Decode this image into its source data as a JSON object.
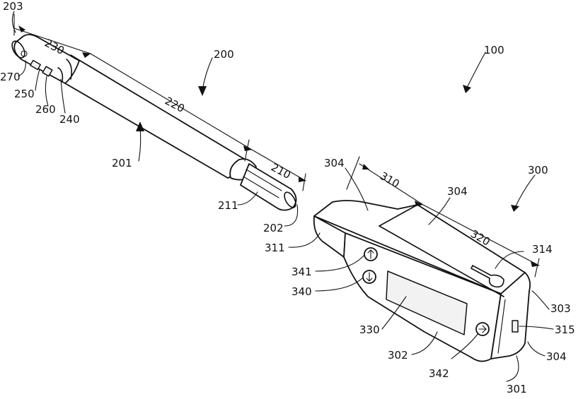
{
  "figure": {
    "labels": [
      {
        "key": "203",
        "text": "203"
      },
      {
        "key": "230",
        "text": "230"
      },
      {
        "key": "270",
        "text": "270"
      },
      {
        "key": "250",
        "text": "250"
      },
      {
        "key": "260",
        "text": "260"
      },
      {
        "key": "240",
        "text": "240"
      },
      {
        "key": "200",
        "text": "200"
      },
      {
        "key": "220",
        "text": "220"
      },
      {
        "key": "201",
        "text": "201"
      },
      {
        "key": "210",
        "text": "210"
      },
      {
        "key": "211",
        "text": "211"
      },
      {
        "key": "202",
        "text": "202"
      },
      {
        "key": "100",
        "text": "100"
      },
      {
        "key": "304a",
        "text": "304"
      },
      {
        "key": "310",
        "text": "310"
      },
      {
        "key": "304b",
        "text": "304"
      },
      {
        "key": "300",
        "text": "300"
      },
      {
        "key": "320",
        "text": "320"
      },
      {
        "key": "314",
        "text": "314"
      },
      {
        "key": "311",
        "text": "311"
      },
      {
        "key": "341",
        "text": "341"
      },
      {
        "key": "340",
        "text": "340"
      },
      {
        "key": "330",
        "text": "330"
      },
      {
        "key": "303",
        "text": "303"
      },
      {
        "key": "315",
        "text": "315"
      },
      {
        "key": "302",
        "text": "302"
      },
      {
        "key": "304c",
        "text": "304"
      },
      {
        "key": "342",
        "text": "342"
      },
      {
        "key": "301",
        "text": "301"
      }
    ]
  }
}
